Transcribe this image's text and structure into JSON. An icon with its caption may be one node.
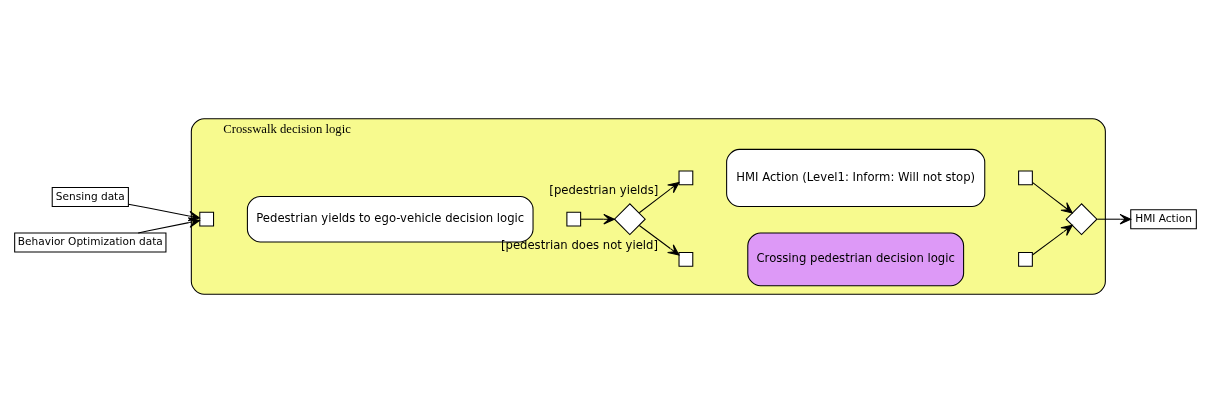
{
  "diagram": {
    "nodes": [
      {
        "text": [
          "Crosswalk decision logic"
        ]
      },
      {
        "text": [
          "Sensing data"
        ]
      },
      {
        "text": [
          "Behavior Optimization data"
        ]
      },
      {
        "text": [],
        "shape": "box",
        "in": 0
      },
      {
        "text": [
          "Pedestrian yields to ego-vehicle decision logic"
        ],
        "in": 0
      },
      {
        "text": [],
        "shape": "box",
        "in": 0
      },
      {
        "text": [],
        "shape": "diamond",
        "in": 0
      },
      {
        "text": [],
        "shape": "box",
        "in": 0
      },
      {
        "text": [
          "Crossing pedestrian decision logic"
        ],
        "in": 0
      },
      {
        "text": [],
        "shape": "box",
        "in": 0
      },
      {
        "text": [],
        "shape": "box",
        "in": 0
      },
      {
        "text": [
          "HMI Action (Level1: Inform: Will not stop)"
        ],
        "in": 0
      },
      {
        "text": [],
        "shape": "box",
        "in": 0
      },
      {
        "text": [],
        "shape": "diamond",
        "in": 0
      },
      {
        "text": [
          "HMI Action"
        ]
      }
    ],
    "edges": [
      {
        "from": 1,
        "to": 3,
        "arrow": "to"
      },
      {
        "from": 2,
        "to": 3,
        "arrow": "to"
      },
      {
        "from": 5,
        "to": 6,
        "arrow": "to"
      },
      {
        "from": 6,
        "to": 7,
        "arrow": "to",
        "label": "[pedestrian does not yield]"
      },
      {
        "from": 6,
        "to": 10,
        "arrow": "to",
        "label": "[pedestrian yields]"
      },
      {
        "from": 9,
        "to": 13,
        "arrow": "to"
      },
      {
        "from": 12,
        "to": 13,
        "arrow": "to"
      },
      {
        "from": 13,
        "to": 14,
        "arrow": "to"
      }
    ]
  }
}
